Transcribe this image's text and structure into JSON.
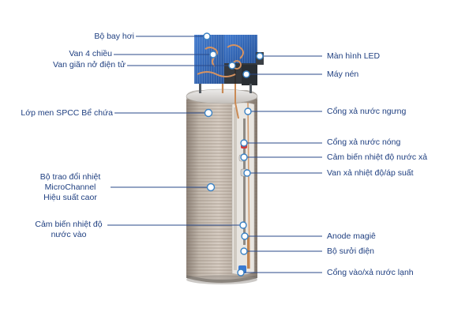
{
  "diagram": {
    "colors": {
      "label": "#1f3f80",
      "leader": "#2a4a8a",
      "dot_fill": "#ffffff",
      "dot_stroke": "#3b82c4",
      "tank_body": "#b9aea3",
      "tank_shell": "#d9d6d2",
      "coil": "#a88f78",
      "copper": "#c98a55",
      "fan_blue": "#2c63b4"
    },
    "labels_left": [
      {
        "id": "evaporator",
        "text": "Bộ bay hơi"
      },
      {
        "id": "four-way-valve",
        "text": "Van 4 chiều"
      },
      {
        "id": "expansion-valve",
        "text": "Van giãn nở điện tử"
      },
      {
        "id": "spcc-enamel",
        "text": "Lớp men SPCC Bể chứa"
      },
      {
        "id": "microchannel",
        "lines": [
          "Bộ trao đổi nhiệt",
          "MicroChannel",
          "Hiệu suất caor"
        ]
      },
      {
        "id": "inlet-sensor",
        "lines": [
          "Cảm biến nhiệt độ",
          "nước vào"
        ]
      }
    ],
    "labels_right": [
      {
        "id": "led-display",
        "text": "Màn hình LED"
      },
      {
        "id": "compressor",
        "text": "Máy nén"
      },
      {
        "id": "condensate-outlet",
        "text": "Cổng xả nước ngưng"
      },
      {
        "id": "hot-water-outlet",
        "text": "Cổng xả nước nóng"
      },
      {
        "id": "outlet-sensor",
        "text": "Cảm biến nhiệt độ nước xả"
      },
      {
        "id": "relief-valve",
        "text": "Van xả nhiệt độ/áp suất"
      },
      {
        "id": "anode",
        "text": "Anode magiê"
      },
      {
        "id": "heater",
        "text": "Bộ sưởi điện"
      },
      {
        "id": "cold-inlet",
        "text": "Cổng vào/xả nước lạnh"
      }
    ]
  }
}
